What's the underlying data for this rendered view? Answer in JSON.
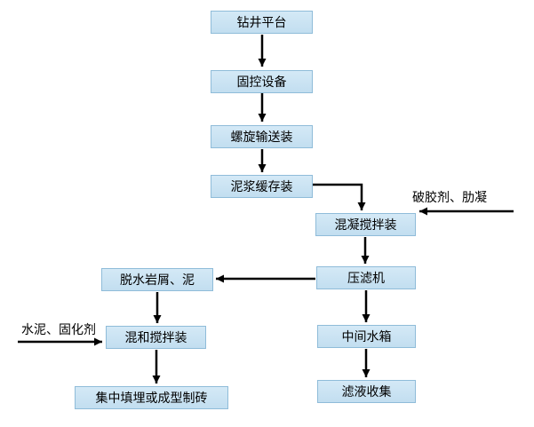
{
  "diagram": {
    "nodes": {
      "drilling_platform": "钻井平台",
      "solids_control": "固控设备",
      "screw_conveyor": "螺旋输送装",
      "mud_buffer": "泥浆缓存装",
      "coagulation_mixer": "混凝搅拌装",
      "filter_press": "压滤机",
      "dewatered_cuttings": "脱水岩屑、泥",
      "mixing_unit": "混和搅拌装",
      "intermediate_tank": "中间水箱",
      "filtrate_collection": "滤液收集",
      "landfill_brick": "集中填埋或成型制砖"
    },
    "annotations": {
      "gel_breaker": "破胶剂、肋凝",
      "cement_solidifier": "水泥、固化剂"
    },
    "colors": {
      "box_fill": "#c9e3f2",
      "box_border": "#8fbcd9",
      "arrow": "#000000",
      "text": "#000000"
    }
  }
}
